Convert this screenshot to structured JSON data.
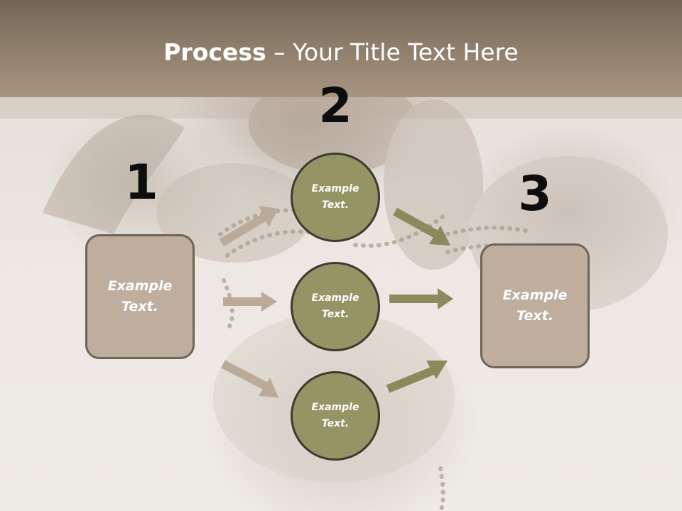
{
  "title": {
    "bold": "Process",
    "rest": " – Your Title Text Here"
  },
  "step_numbers": [
    "1",
    "2",
    "3"
  ],
  "left_box": {
    "text": "Example Text."
  },
  "right_box": {
    "text": "Example Text."
  },
  "circles": [
    {
      "text": "Example Text."
    },
    {
      "text": "Example Text."
    },
    {
      "text": "Example Text."
    }
  ],
  "colors": {
    "title_bar": "#8f7e6c",
    "box_fill": "#bfae9e",
    "box_border": "#6e6458",
    "circle_fill": "#949464",
    "circle_border": "#3e3a30",
    "left_arrow": "#bba99a",
    "right_arrow": "#8a8a5c"
  }
}
